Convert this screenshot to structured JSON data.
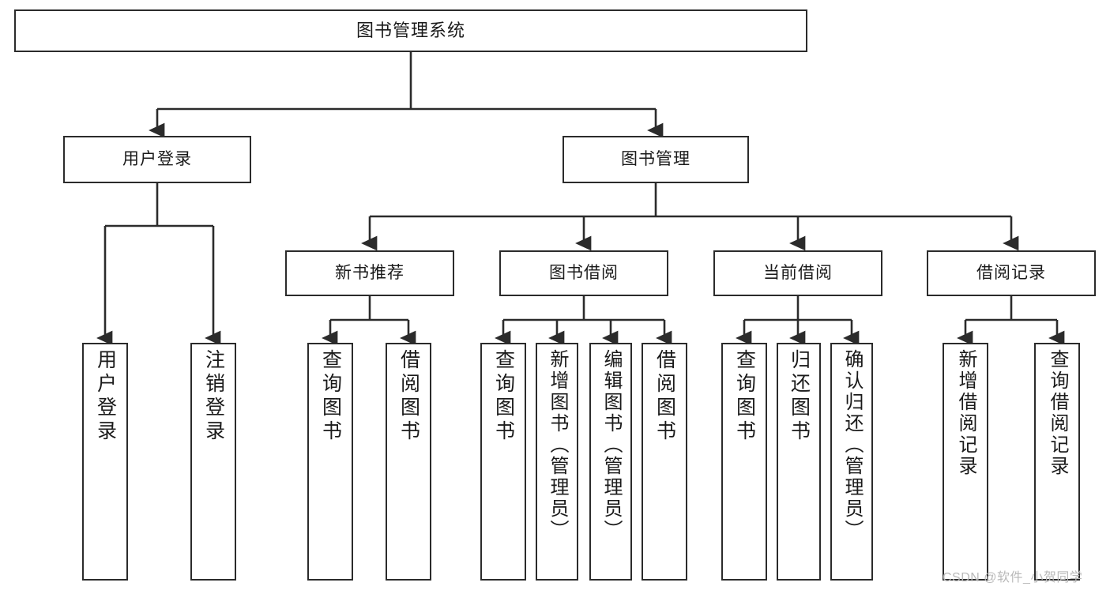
{
  "diagram": {
    "title": "图书管理系统",
    "type": "hierarchical-tree",
    "root": {
      "label": "图书管理系统"
    },
    "tier1": [
      {
        "label": "用户登录"
      },
      {
        "label": "图书管理"
      }
    ],
    "tier2": [
      {
        "label": "新书推荐"
      },
      {
        "label": "图书借阅"
      },
      {
        "label": "当前借阅"
      },
      {
        "label": "借阅记录"
      }
    ],
    "leaves": {
      "user_login": [
        {
          "label": "用户登录"
        },
        {
          "label": "注销登录"
        }
      ],
      "new_book_recommend": [
        {
          "label": "查询图书"
        },
        {
          "label": "借阅图书"
        }
      ],
      "book_borrow": [
        {
          "label": "查询图书"
        },
        {
          "label": "新增图书（管理员）"
        },
        {
          "label": "编辑图书（管理员）"
        },
        {
          "label": "借阅图书"
        }
      ],
      "current_borrow": [
        {
          "label": "查询图书"
        },
        {
          "label": "归还图书"
        },
        {
          "label": "确认归还（管理员）"
        }
      ],
      "borrow_record": [
        {
          "label": "新增借阅记录"
        },
        {
          "label": "查询借阅记录"
        }
      ]
    }
  },
  "watermark": {
    "text": "CSDN @软件_小贺同学"
  },
  "colors": {
    "stroke": "#2b2b2b",
    "fill": "#ffffff",
    "text": "#1a1a1a",
    "watermark": "#b9b9b9"
  }
}
